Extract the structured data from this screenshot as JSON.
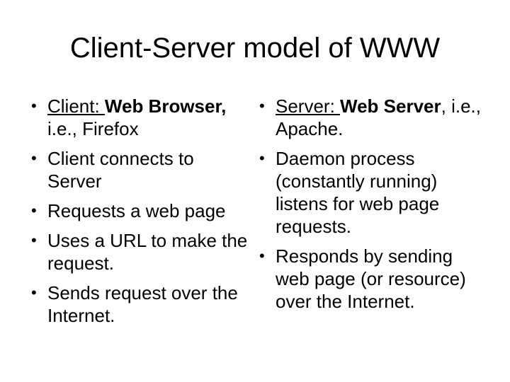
{
  "slide": {
    "title": "Client-Server model of WWW",
    "bullet_glyph": "•",
    "colors": {
      "background": "#ffffff",
      "text": "#000000"
    },
    "columns": [
      {
        "name": "client-column",
        "bullets": [
          {
            "lines": [
              [
                {
                  "t": "Client: ",
                  "u": true
                },
                {
                  "t": "Web Browser,",
                  "b": true
                }
              ],
              [
                {
                  "t": "i.e., Firefox"
                }
              ]
            ]
          },
          {
            "lines": [
              [
                {
                  "t": "Client connects to"
                }
              ],
              [
                {
                  "t": "Server"
                }
              ]
            ]
          },
          {
            "lines": [
              [
                {
                  "t": "Requests a web page"
                }
              ]
            ]
          },
          {
            "lines": [
              [
                {
                  "t": "Uses a URL to make the"
                }
              ],
              [
                {
                  "t": "request."
                }
              ]
            ]
          },
          {
            "lines": [
              [
                {
                  "t": "Sends request over the"
                }
              ],
              [
                {
                  "t": "Internet."
                }
              ]
            ]
          }
        ]
      },
      {
        "name": "server-column",
        "bullets": [
          {
            "lines": [
              [
                {
                  "t": "Server: ",
                  "u": true
                },
                {
                  "t": "Web Server",
                  "b": true
                },
                {
                  "t": ", i.e.,"
                }
              ],
              [
                {
                  "t": "Apache."
                }
              ]
            ]
          },
          {
            "lines": [
              [
                {
                  "t": "Daemon process"
                }
              ],
              [
                {
                  "t": "(constantly running)"
                }
              ],
              [
                {
                  "t": "listens for web page"
                }
              ],
              [
                {
                  "t": "requests."
                }
              ]
            ]
          },
          {
            "lines": [
              [
                {
                  "t": "Responds by sending"
                }
              ],
              [
                {
                  "t": "web page (or resource)"
                }
              ],
              [
                {
                  "t": "over the Internet."
                }
              ]
            ]
          }
        ]
      }
    ]
  }
}
